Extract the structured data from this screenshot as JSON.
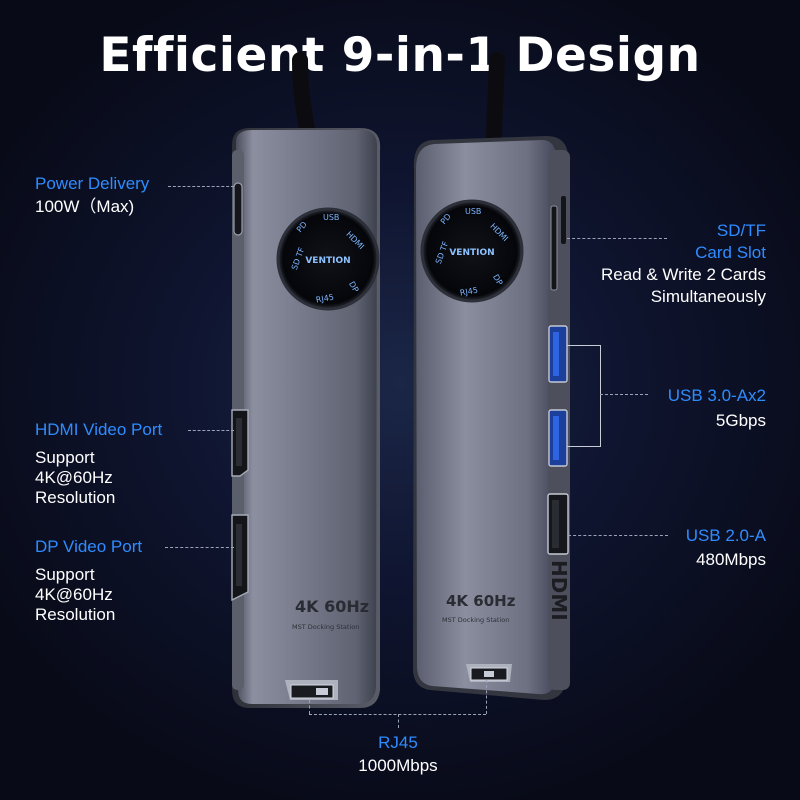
{
  "title": "Efficient 9-in-1 Design",
  "brand": {
    "logo_text": "VENTION",
    "ring_labels": [
      "USB",
      "HDMI",
      "DP",
      "RJ45",
      "SD TF",
      "PD"
    ],
    "device_mark": "4K 60Hz",
    "device_sub": "MST Docking Station",
    "side_print": "HDMI",
    "accent_color": "#2f8cff"
  },
  "callouts": {
    "power": {
      "name": "Power Delivery",
      "detail": "100W（Max)"
    },
    "hdmi": {
      "name": "HDMI Video Port",
      "detail_lines": [
        "Support",
        "4K@60Hz",
        "Resolution"
      ]
    },
    "dp": {
      "name": "DP Video Port",
      "detail_lines": [
        "Support",
        "4K@60Hz",
        "Resolution"
      ]
    },
    "sdtf": {
      "name_lines": [
        "SD/TF",
        "Card Slot"
      ],
      "detail_lines": [
        "Read & Write 2 Cards",
        "Simultaneously"
      ]
    },
    "usb3": {
      "name": "USB 3.0-Ax2",
      "detail": "5Gbps"
    },
    "usb2": {
      "name": "USB 2.0-A",
      "detail": "480Mbps"
    },
    "rj45": {
      "name": "RJ45",
      "detail": "1000Mbps"
    }
  }
}
